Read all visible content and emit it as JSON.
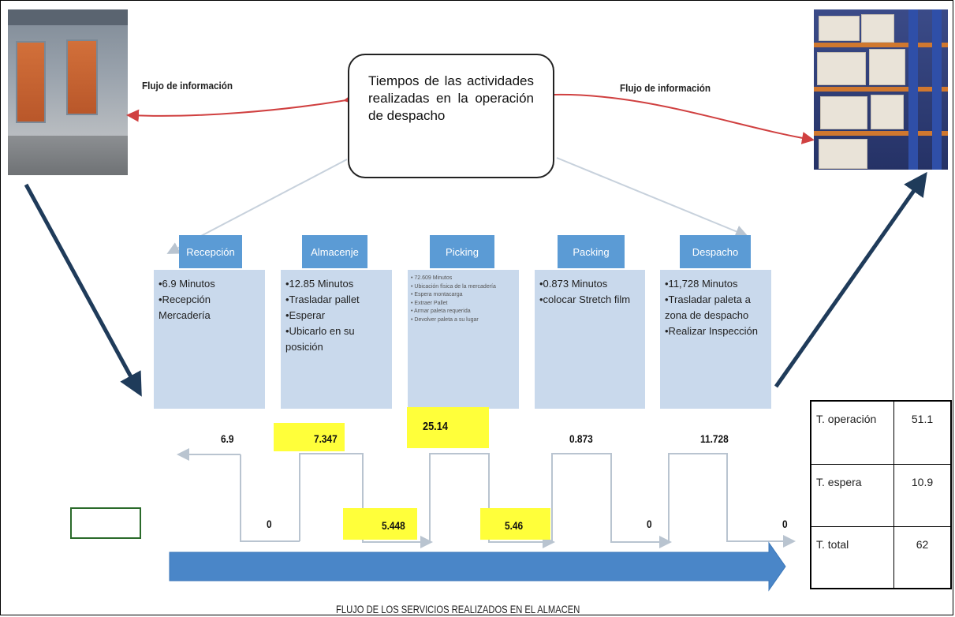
{
  "info_flow_left": "Flujo de información",
  "info_flow_right": "Flujo de información",
  "center_box": "Tiempos de las actividades realizadas en la operación de despacho",
  "stages": [
    {
      "name": "Recepción",
      "details": [
        "•6.9 Minutos",
        "•Recepción Mercadería"
      ]
    },
    {
      "name": "Almacenje",
      "details": [
        "•12.85 Minutos",
        "•Trasladar pallet",
        "•Esperar",
        "•Ubicarlo en su posición"
      ]
    },
    {
      "name": "Picking",
      "details": [
        "• 72.609 Minutos",
        "• Ubicación física de la mercadería",
        "• Espera montacarga",
        "• Extraer Pallet",
        "• Armar paleta requerida",
        "• Devolver paleta a su lugar"
      ]
    },
    {
      "name": "Packing",
      "details": [
        "•0.873 Minutos",
        "•colocar Stretch film"
      ]
    },
    {
      "name": "Despacho",
      "details": [
        "•11,728 Minutos",
        "•Trasladar paleta a zona de despacho",
        "•Realizar Inspección"
      ]
    }
  ],
  "timeline": {
    "operation_values": [
      "6.9",
      "7.347",
      "25.14",
      "0.873",
      "11.728"
    ],
    "wait_values": [
      "0",
      "5.448",
      "5.46",
      "0",
      "0"
    ],
    "highlight_color": "#ffff3a"
  },
  "summary": [
    {
      "label": "T. operación",
      "value": "51.1"
    },
    {
      "label": "T. espera",
      "value": "10.9"
    },
    {
      "label": "T. total",
      "value": "62"
    }
  ],
  "flow_label": "FLUJO DE LOS SERVICIOS REALIZADOS EN EL ALMACEN",
  "colors": {
    "header_blue": "#5b9bd5",
    "detail_blue": "#c9d9ec",
    "arrow_navy": "#1f3b5a",
    "arrow_red": "#d04040",
    "big_arrow": "#4a86c8"
  }
}
